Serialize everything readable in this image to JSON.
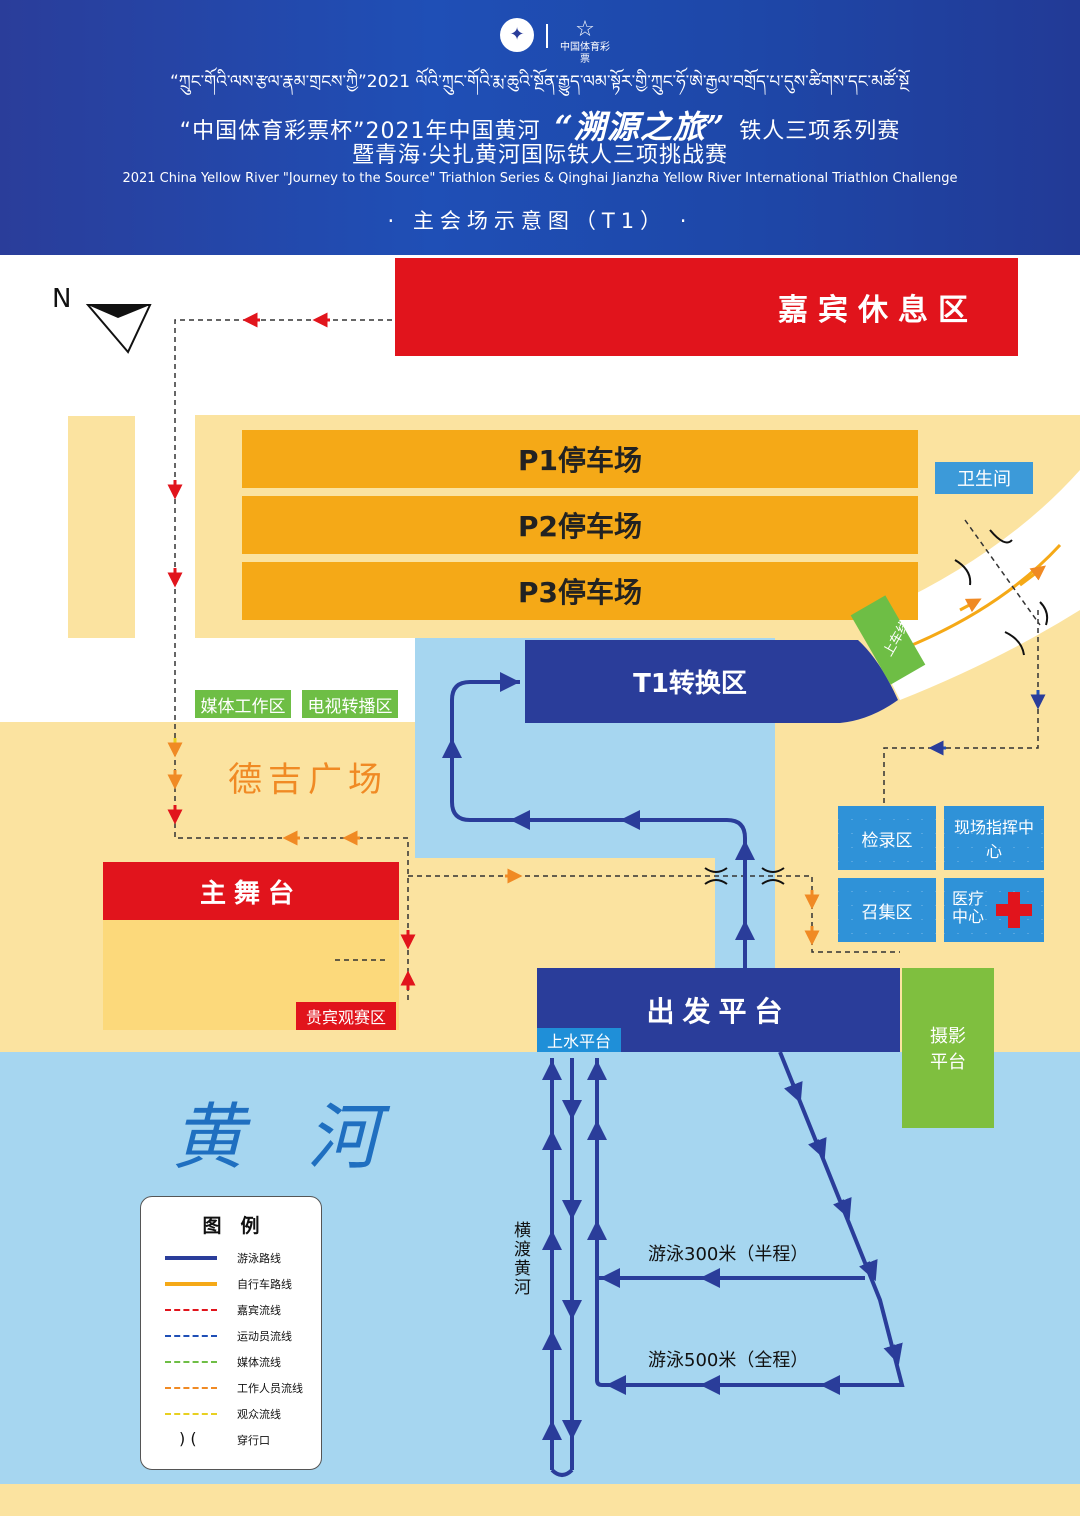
{
  "header": {
    "tibetan_line": "“ཀྲུང་གོའི་ལས་རྩལ་རྣམ་གྲངས་ཀྱི”2021 ལོའི་ཀྲུང་གོའི་རྨ་ཆུའི་སྔོན་རྒྱུད་ལམ་སྟོར་གྱི་ཀྲུང་ཧོ་ཨེ་རྒྱལ་བགྲོད་པ་དུས་ཚིགས་དང་མཚོ་སྔོན་ཁྲིན་རྩ་ཆུའི་རྨ་བཀྲ་ཤིས་གླིང་གདན་འཛིན་རྒྱལ་སྤྱིའི་ལམ་བཀོད་རྩེད་མོ།",
    "title_pre": "“中国体育彩票杯”2021年中国黄河",
    "title_calligraphy": "“溯源之旅”",
    "title_post": "铁人三项系列赛",
    "title_line2": "暨青海·尖扎黄河国际铁人三项挑战赛",
    "title_en": "2021 China Yellow River \"Journey to the Source\" Triathlon Series & Qinghai Jianzha Yellow River International Triathlon Challenge",
    "subtitle": "· 主会场示意图（T1） ·",
    "logo_b_text": "中国体育彩票"
  },
  "map": {
    "compass": "N",
    "vip_lounge": "嘉宾休息区",
    "parking": [
      "P1停车场",
      "P2停车场",
      "P3停车场"
    ],
    "toilet": "卫生间",
    "bike_mount": "上车线",
    "t1": "T1转换区",
    "media_work": "媒体工作区",
    "tv_broadcast": "电视转播区",
    "plaza": "德吉广场",
    "main_stage": "主舞台",
    "vip_viewing": "贵宾观赛区",
    "start_platform": "出发平台",
    "water_entry": "上水平台",
    "photo_platform": "摄影平台",
    "check_in": "检录区",
    "command": "现场指挥中心",
    "call_area": "召集区",
    "medical": "医疗中心",
    "river": "黄 河",
    "cross_river": "横渡黄河",
    "swim_300": "游泳300米（半程）",
    "swim_500": "游泳500米（全程）"
  },
  "legend": {
    "title": "图　例",
    "items": [
      {
        "label": "游泳路线",
        "color": "#2a3d9a"
      },
      {
        "label": "自行车路线",
        "color": "#f5a917"
      },
      {
        "label": "嘉宾流线",
        "color": "#e1141c"
      },
      {
        "label": "运动员流线",
        "color": "#1f4fb6"
      },
      {
        "label": "媒体流线",
        "color": "#6ebe45"
      },
      {
        "label": "工作人员流线",
        "color": "#f08a24"
      },
      {
        "label": "观众流线",
        "color": "#e8d020"
      },
      {
        "label": "穿行口",
        "color": "#222222"
      }
    ]
  }
}
